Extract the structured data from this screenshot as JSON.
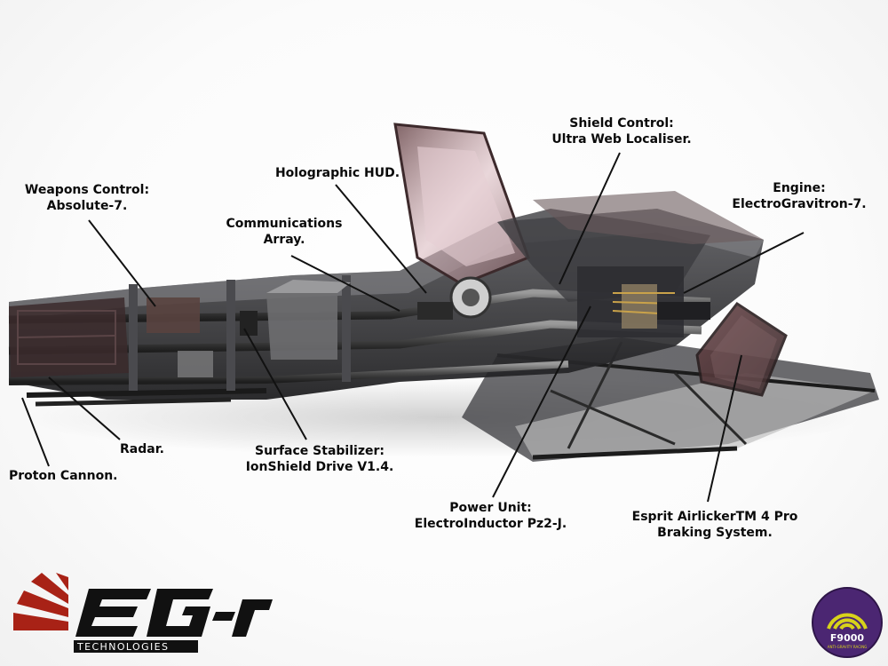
{
  "labels": {
    "weapons_control": {
      "line1": "Weapons Control:",
      "line2": "Absolute-7."
    },
    "communications": {
      "line1": "Communications",
      "line2": "Array."
    },
    "holographic_hud": {
      "line1": "Holographic HUD."
    },
    "shield_control": {
      "line1": "Shield Control:",
      "line2": "Ultra Web Localiser."
    },
    "engine": {
      "line1": "Engine:",
      "line2": "ElectroGravitron-7."
    },
    "radar": {
      "line1": "Radar."
    },
    "proton_cannon": {
      "line1": "Proton Cannon."
    },
    "surface_stabilizer": {
      "line1": "Surface Stabilizer:",
      "line2": "IonShield Drive V1.4."
    },
    "power_unit": {
      "line1": "Power Unit:",
      "line2": "ElectroInductor Pz2-J."
    },
    "braking_system": {
      "line1": "Esprit AirlickerTM 4 Pro",
      "line2": "Braking System."
    }
  },
  "logo_left": {
    "main": "EG-r",
    "sub": "TECHNOLOGIES"
  },
  "logo_right": {
    "main": "F9000",
    "sub": "ANTI-GRAVITY RACING"
  },
  "colors": {
    "brand_red": "#a82216",
    "logo_black": "#111111",
    "badge_purple": "#4b2672",
    "badge_yellow": "#d8d21a"
  }
}
